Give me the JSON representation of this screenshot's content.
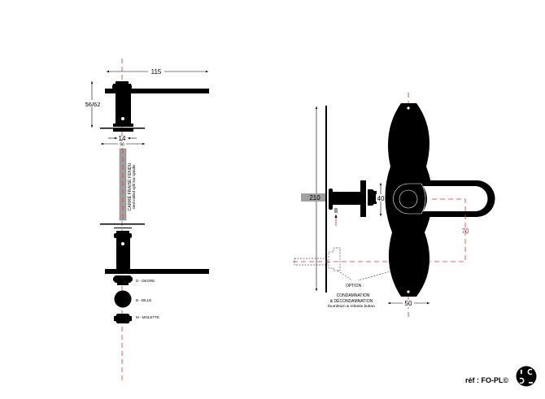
{
  "left_view": {
    "dim_width": "115",
    "dim_height": "56/62",
    "dim_collar": "14",
    "dim_plate": "90",
    "spindle_label_fr": "CARRÉ FRAISÉ FENDU",
    "spindle_label_en": "steel milled split bar spindle",
    "finial_degre": "D - DEGRE",
    "finial_bille": "B - BILLE",
    "finial_molette": "M - MOLETTE"
  },
  "right_view": {
    "dim_door": "210",
    "dim_knob": "40",
    "dim_axis": "70",
    "dim_rosette": "50",
    "option_title": "OPTION :",
    "option_line1": "CONDAMNATION",
    "option_line2": "& DÉCONDAMNATION",
    "option_line3": "thumbturn & release button"
  },
  "footer": {
    "reference": "réf : FO-PL©",
    "logo_text": "ICCC"
  },
  "colors": {
    "ink": "#000000",
    "axis": "#e03030",
    "spindle": "#a0a0a0"
  }
}
